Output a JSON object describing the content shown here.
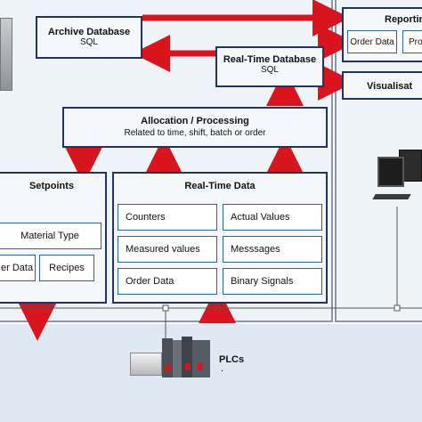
{
  "archive_db": {
    "title": "Archive Database",
    "sub": "SQL"
  },
  "realtime_db": {
    "title": "Real-Time Database",
    "sub": "SQL"
  },
  "reporting": {
    "title": "Reporting",
    "items": [
      "Order Data",
      "Pro"
    ]
  },
  "visualisation": {
    "title": "Visualisat"
  },
  "allocation": {
    "title": "Allocation / Processing",
    "sub": "Related to time, shift, batch or order"
  },
  "setpoints": {
    "title": "Setpoints",
    "items": [
      "Material Type",
      "er Data",
      "Recipes"
    ]
  },
  "realtime_data": {
    "title": "Real-Time Data",
    "items": [
      "Counters",
      "Actual Values",
      "Measured values",
      "Messsages",
      "Order Data",
      "Binary Signals"
    ]
  },
  "plcs": {
    "label": "PLCs",
    "dot": "."
  },
  "colors": {
    "arrow": "#d8141c",
    "border": "#20345f",
    "inner_border": "#2a5fa8"
  }
}
